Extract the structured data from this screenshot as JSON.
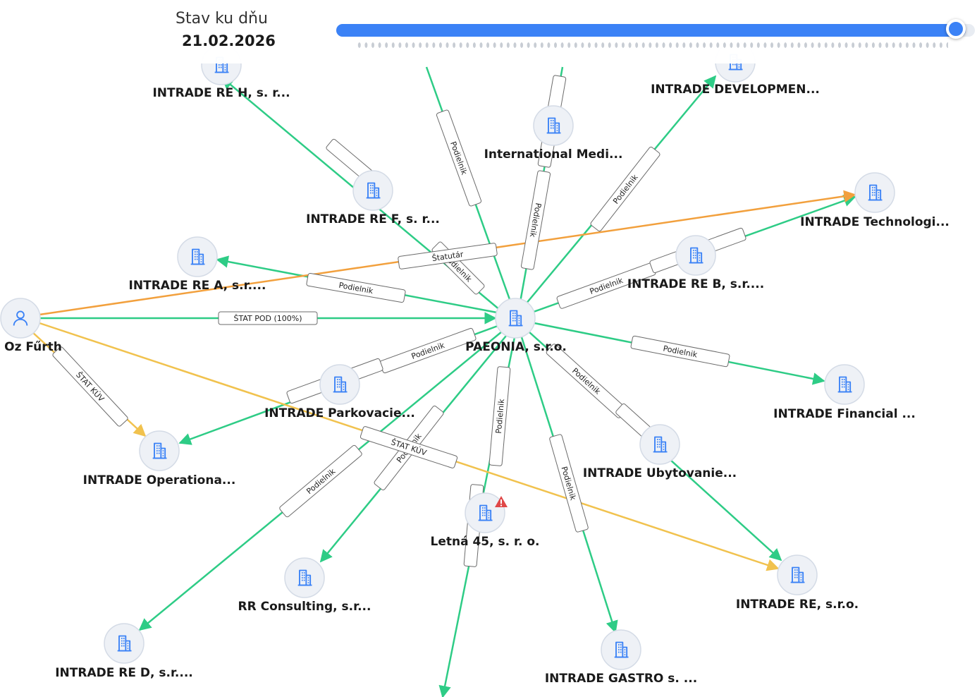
{
  "header": {
    "date_caption": "Stav ku dňu",
    "date_value": "21.02.2026",
    "timeline_position": 1.0
  },
  "colors": {
    "ownership_edge": "#2ecc86",
    "statutory_edge": "#f2a03d",
    "ubo_edge": "#f1c24e",
    "node_icon": "#3b82f6",
    "warning": "#e04848"
  },
  "nodes": [
    {
      "id": "paeonia",
      "label": "PAEONIA, s.r.o.",
      "icon": "building-icon"
    },
    {
      "id": "oz",
      "label": "Oz Fűrth",
      "icon": "person-icon"
    },
    {
      "id": "re_h",
      "label": "INTRADE RE H, s. r...",
      "icon": "building-icon"
    },
    {
      "id": "intl",
      "label": "International Medi...",
      "icon": "building-icon"
    },
    {
      "id": "dev",
      "label": "INTRADE DEVELOPMEN...",
      "icon": "building-icon"
    },
    {
      "id": "re_f",
      "label": "INTRADE RE F, s. r...",
      "icon": "building-icon"
    },
    {
      "id": "tech",
      "label": "INTRADE Technologi...",
      "icon": "building-icon"
    },
    {
      "id": "re_a",
      "label": "INTRADE RE A, s.r....",
      "icon": "building-icon"
    },
    {
      "id": "re_b",
      "label": "INTRADE RE B, s.r....",
      "icon": "building-icon"
    },
    {
      "id": "park",
      "label": "INTRADE Parkovacie...",
      "icon": "building-icon"
    },
    {
      "id": "fin",
      "label": "INTRADE Financial ...",
      "icon": "building-icon"
    },
    {
      "id": "ops",
      "label": "INTRADE Operationa...",
      "icon": "building-icon"
    },
    {
      "id": "ubyt",
      "label": "INTRADE Ubytovanie...",
      "icon": "building-icon"
    },
    {
      "id": "letna",
      "label": "Letná 45, s. r. o.",
      "icon": "building-icon",
      "warning": true
    },
    {
      "id": "rr",
      "label": "RR Consulting, s.r...",
      "icon": "building-icon"
    },
    {
      "id": "re",
      "label": "INTRADE RE, s.r.o.",
      "icon": "building-icon"
    },
    {
      "id": "re_d",
      "label": "INTRADE RE D, s.r....",
      "icon": "building-icon"
    },
    {
      "id": "gastro",
      "label": "INTRADE GASTRO s. ...",
      "icon": "building-icon"
    }
  ],
  "edges": [
    {
      "from": "paeonia",
      "to": "re_h",
      "type": "ownership",
      "label": "Podielnik"
    },
    {
      "from": "paeonia",
      "to": "top_left_offscreen",
      "type": "ownership",
      "label": "Podielnik"
    },
    {
      "from": "paeonia",
      "to": "intl_top",
      "type": "ownership",
      "label": "Podielnik"
    },
    {
      "from": "paeonia",
      "to": "dev",
      "type": "ownership",
      "label": "Podielnik"
    },
    {
      "from": "paeonia",
      "to": "re_a",
      "type": "ownership",
      "label": "Podielnik"
    },
    {
      "from": "paeonia",
      "to": "tech",
      "type": "ownership",
      "label": "Podielnik"
    },
    {
      "from": "paeonia",
      "to": "fin",
      "type": "ownership",
      "label": "Podielnik"
    },
    {
      "from": "paeonia",
      "to": "ops",
      "type": "ownership",
      "label": "Podielnik"
    },
    {
      "from": "paeonia",
      "to": "re",
      "type": "ownership",
      "label": "Podielnik"
    },
    {
      "from": "paeonia",
      "to": "rr",
      "type": "ownership",
      "label": "Podielnik"
    },
    {
      "from": "paeonia",
      "to": "re_d",
      "type": "ownership",
      "label": "Podielnik"
    },
    {
      "from": "paeonia",
      "to": "gastro",
      "type": "ownership",
      "label": "Podielnik"
    },
    {
      "from": "paeonia",
      "to": "bottom_offscreen",
      "type": "ownership",
      "label": "Podielnik"
    },
    {
      "from": "oz",
      "to": "paeonia",
      "type": "ownership",
      "label": "ŠTAT POD (100%)"
    },
    {
      "from": "oz",
      "to": "tech",
      "type": "statutory",
      "label": "Štatutár"
    },
    {
      "from": "oz",
      "to": "ops",
      "type": "ubo",
      "label": "ŠTAT KÚV"
    },
    {
      "from": "oz",
      "to": "re",
      "type": "ubo",
      "label": "ŠTAT KÚV"
    }
  ]
}
